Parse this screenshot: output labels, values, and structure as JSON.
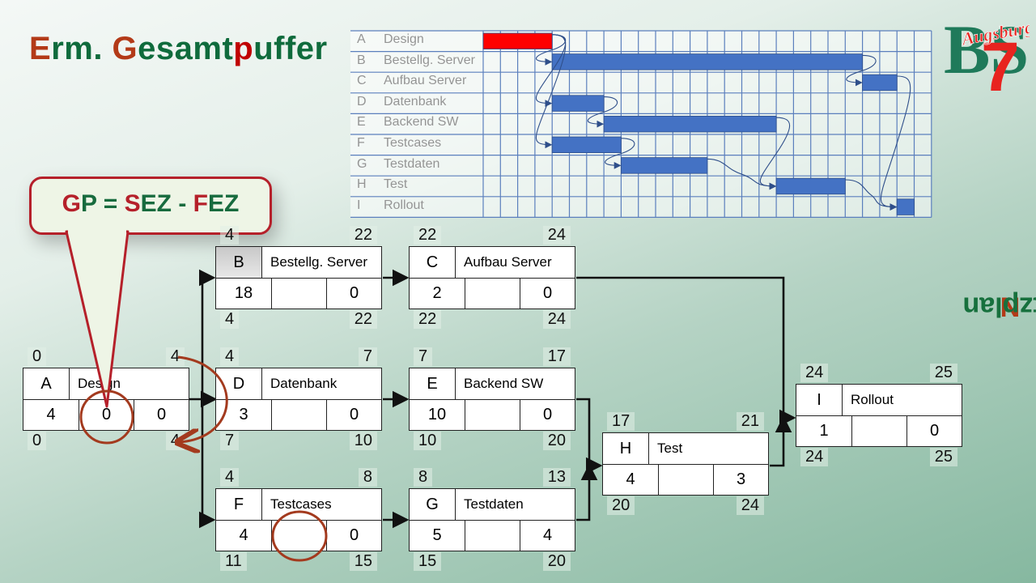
{
  "title": {
    "parts": [
      {
        "t": "E",
        "c": "r"
      },
      {
        "t": "rm. ",
        "c": "g"
      },
      {
        "t": "G",
        "c": "r"
      },
      {
        "t": "esamt",
        "c": "g"
      },
      {
        "t": "p",
        "c": "p"
      },
      {
        "t": "uffer",
        "c": "g"
      }
    ]
  },
  "side_label": {
    "first": "N",
    "rest": "etzplan"
  },
  "logo": {
    "text": "Augsburg",
    "letters": "BS",
    "number": "7"
  },
  "bubble": {
    "parts": [
      {
        "t": "G",
        "c": "r"
      },
      {
        "t": "P = ",
        "c": "g"
      },
      {
        "t": "S",
        "c": "r"
      },
      {
        "t": "EZ - ",
        "c": "g"
      },
      {
        "t": "F",
        "c": "r"
      },
      {
        "t": "EZ",
        "c": "g"
      }
    ]
  },
  "colors": {
    "green": "#0f6b3c",
    "red": "#b33a18",
    "bar_blue": "#4472c4",
    "bar_red": "#ff0000",
    "annot": "#a33a1e"
  },
  "chart_data": {
    "type": "gantt",
    "units_visible": 26,
    "tasks": [
      {
        "id": "A",
        "name": "Design",
        "start": 0,
        "duration": 4,
        "highlight": true
      },
      {
        "id": "B",
        "name": "Bestellg. Server",
        "start": 4,
        "duration": 18
      },
      {
        "id": "C",
        "name": "Aufbau Server",
        "start": 22,
        "duration": 2
      },
      {
        "id": "D",
        "name": "Datenbank",
        "start": 4,
        "duration": 3
      },
      {
        "id": "E",
        "name": "Backend SW",
        "start": 7,
        "duration": 10
      },
      {
        "id": "F",
        "name": "Testcases",
        "start": 4,
        "duration": 4
      },
      {
        "id": "G",
        "name": "Testdaten",
        "start": 8,
        "duration": 5
      },
      {
        "id": "H",
        "name": "Test",
        "start": 17,
        "duration": 4
      },
      {
        "id": "I",
        "name": "Rollout",
        "start": 24,
        "duration": 1
      }
    ],
    "dependencies": [
      [
        "A",
        "B"
      ],
      [
        "A",
        "D"
      ],
      [
        "A",
        "F"
      ],
      [
        "B",
        "C"
      ],
      [
        "D",
        "E"
      ],
      [
        "E",
        "H"
      ],
      [
        "F",
        "G"
      ],
      [
        "G",
        "H"
      ],
      [
        "C",
        "I"
      ],
      [
        "H",
        "I"
      ]
    ]
  },
  "nodes": [
    {
      "id": "A",
      "name": "Design",
      "faz": "0",
      "fez": "4",
      "dur": "4",
      "gp": "0",
      "fp": "0",
      "saz": "0",
      "sez": "4"
    },
    {
      "id": "B",
      "name": "Bestellg. Server",
      "faz": "4",
      "fez": "22",
      "dur": "18",
      "gp": "",
      "fp": "0",
      "saz": "4",
      "sez": "22"
    },
    {
      "id": "C",
      "name": "Aufbau Server",
      "faz": "22",
      "fez": "24",
      "dur": "2",
      "gp": "",
      "fp": "0",
      "saz": "22",
      "sez": "24"
    },
    {
      "id": "D",
      "name": "Datenbank",
      "faz": "4",
      "fez": "7",
      "dur": "3",
      "gp": "",
      "fp": "0",
      "saz": "7",
      "sez": "10"
    },
    {
      "id": "E",
      "name": "Backend SW",
      "faz": "7",
      "fez": "17",
      "dur": "10",
      "gp": "",
      "fp": "0",
      "saz": "10",
      "sez": "20"
    },
    {
      "id": "F",
      "name": "Testcases",
      "faz": "4",
      "fez": "8",
      "dur": "4",
      "gp": "",
      "fp": "0",
      "saz": "11",
      "sez": "15"
    },
    {
      "id": "G",
      "name": "Testdaten",
      "faz": "8",
      "fez": "13",
      "dur": "5",
      "gp": "",
      "fp": "4",
      "saz": "15",
      "sez": "20"
    },
    {
      "id": "H",
      "name": "Test",
      "faz": "17",
      "fez": "21",
      "dur": "4",
      "gp": "",
      "fp": "3",
      "saz": "20",
      "sez": "24"
    },
    {
      "id": "I",
      "name": "Rollout",
      "faz": "24",
      "fez": "25",
      "dur": "1",
      "gp": "",
      "fp": "0",
      "saz": "24",
      "sez": "25"
    }
  ]
}
